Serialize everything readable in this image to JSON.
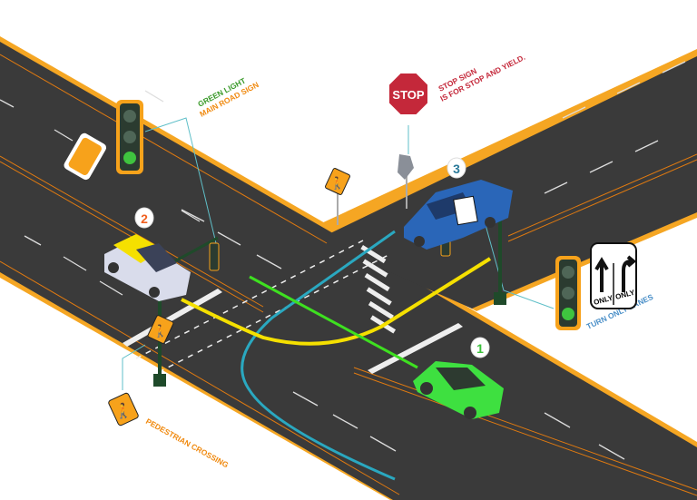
{
  "labels": {
    "green_light": "GREEN LIGHT",
    "main_road_sign": "MAIN ROAD SIGN",
    "stop_sign_line1": "STOP SIGN",
    "stop_sign_line2": "IS FOR STOP AND YIELD.",
    "turn_only_lanes": "TURN ONLY LANES",
    "pedestrian_crossing": "PEDESTRIAN CROSSING"
  },
  "signs": {
    "stop": "STOP",
    "only_left": "ONLY",
    "only_right": "ONLY"
  },
  "markers": [
    "1",
    "2",
    "3"
  ],
  "colors": {
    "road": "#3a3a3a",
    "curb": "#f5a623",
    "green_label": "#3a9a2a",
    "orange_label": "#f08a10",
    "red_label": "#c4283a",
    "blue_label": "#4a8fc8",
    "path_cyan": "#2aa8c0",
    "path_yellow": "#f5e000",
    "path_green": "#3ee020"
  }
}
